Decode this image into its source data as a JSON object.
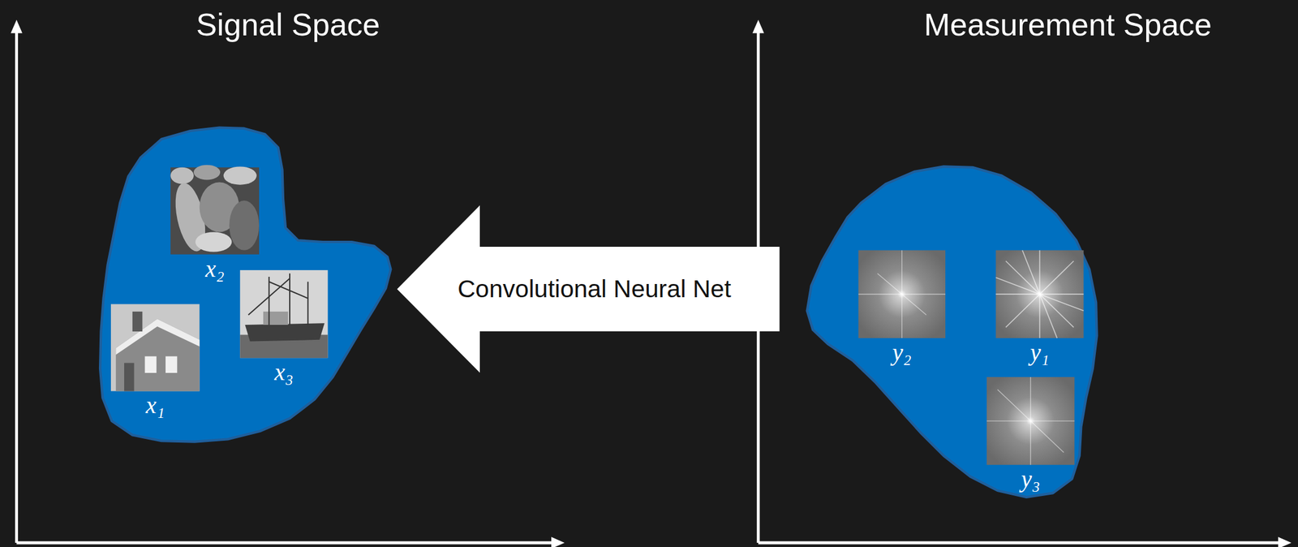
{
  "diagram": {
    "nodes": [
      {
        "text": [
          "x₂"
        ]
      },
      {
        "text": [
          "x₃"
        ]
      },
      {
        "text": [
          "x₁"
        ]
      },
      {
        "text": [
          "Convolutional Neural Net"
        ]
      },
      {
        "text": [
          "y₂"
        ]
      },
      {
        "text": [
          "y₁"
        ]
      },
      {
        "text": [
          "y₃"
        ]
      }
    ],
    "labels": [
      "Signal Space",
      "Measurement Space"
    ]
  }
}
